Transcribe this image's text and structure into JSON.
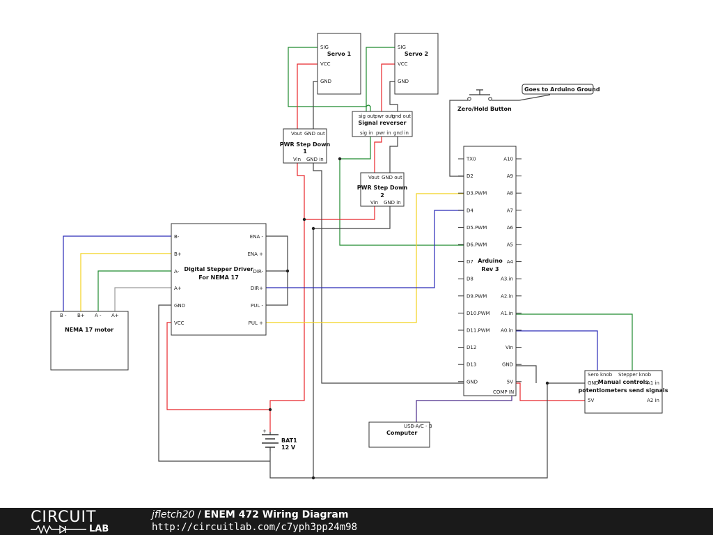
{
  "servo1": {
    "title": "Servo 1",
    "pins": [
      "SIG",
      "VCC",
      "GND"
    ]
  },
  "servo2": {
    "title": "Servo 2",
    "pins": [
      "SIG",
      "VCC",
      "GND"
    ]
  },
  "signal_reverser": {
    "title": "Signal reverser",
    "top_pins": [
      "sig out",
      "pwr out",
      "gnd out"
    ],
    "bottom_pins": [
      "sig in",
      "pwr in",
      "gnd in"
    ]
  },
  "step_down1": {
    "title_line1": "PWR Step Down",
    "title_line2": "1",
    "top_pins": [
      "Vout",
      "GND out"
    ],
    "bottom_pins": [
      "Vin",
      "GND in"
    ]
  },
  "step_down2": {
    "title_line1": "PWR Step Down",
    "title_line2": "2",
    "top_pins": [
      "Vout",
      "GND out"
    ],
    "bottom_pins": [
      "Vin",
      "GND in"
    ]
  },
  "button": {
    "label": "Zero/Hold Button"
  },
  "ground_note": {
    "text": "Goes to Arduino Ground"
  },
  "stepper_driver": {
    "title_line1": "Digital Stepper Driver",
    "title_line2": "For NEMA 17",
    "left_pins": [
      "B-",
      "B+",
      "A-",
      "A+",
      "GND",
      "VCC"
    ],
    "right_pins": [
      "ENA -",
      "ENA +",
      "DIR-",
      "DIR+",
      "PUL -",
      "PUL +"
    ]
  },
  "motor": {
    "title": "NEMA 17 motor",
    "pins": [
      "B -",
      "B+",
      "A -",
      "A+"
    ]
  },
  "arduino": {
    "title_line1": "Arduino",
    "title_line2": "Rev 3",
    "left_pins": [
      "TX0",
      "D2",
      "D3.PWM",
      "D4",
      "D5.PWM",
      "D6.PWM",
      "D7",
      "D8",
      "D9.PWM",
      "D10.PWM",
      "D11.PWM",
      "D12",
      "D13",
      "GND"
    ],
    "right_pins": [
      "A10",
      "A9",
      "A8",
      "A7",
      "A6",
      "A5",
      "A4",
      "A3.in",
      "A2.in",
      "A1.in",
      "A0.in",
      "Vin",
      "GND",
      "5V"
    ],
    "bottom_label": "COMP IN"
  },
  "manual": {
    "title_line1": "Manual controls",
    "title_line2": "potentiometers send signals",
    "top_left": "Sero knob",
    "top_right": "Stepper knob",
    "left_pins": [
      "GND",
      "5V"
    ],
    "right_pins": [
      "A1 in",
      "A2 in"
    ]
  },
  "computer": {
    "title": "Computer",
    "port": "USB-A/C - B"
  },
  "battery": {
    "name": "BAT1",
    "value": "12 V",
    "plus": "+"
  },
  "footer": {
    "logo_top": "CIRCUIT",
    "logo_bottom": "LAB",
    "author": "jfletch20",
    "separator": " / ",
    "diagram_name": "ENEM 472 Wiring Diagram",
    "url": "http://circuitlab.com/c7yph3pp24m98"
  },
  "colors": {
    "red": "#e8262a",
    "green": "#1e8a2e",
    "blue": "#2a2ab8",
    "yellow": "#f2d21e",
    "gray": "#444444",
    "light_gray": "#9a9a9a",
    "purple": "#4a2a8a"
  }
}
